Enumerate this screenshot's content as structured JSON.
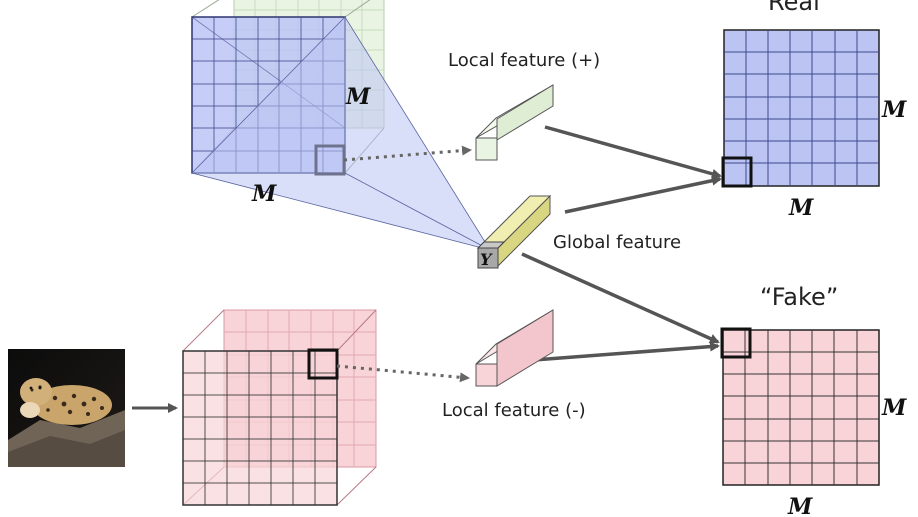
{
  "labels": {
    "real": "Real",
    "fake": "“Fake”",
    "local_pos": "Local feature (+)",
    "local_neg": "Local feature (-)",
    "global": "Global feature",
    "m": "M",
    "y": "Y"
  },
  "colors": {
    "blue_fill": "#bcc4f4",
    "blue_grid": "#3d4a8c",
    "green_fill": "#eaf4e2",
    "green_grid": "#b8ccb0",
    "pink_fill": "#f8d4d8",
    "pink_grid": "#d89aa4",
    "yellow_fill": "#e8e69a",
    "arrow": "#555555",
    "dotted": "#666666",
    "frame": "#111111"
  }
}
